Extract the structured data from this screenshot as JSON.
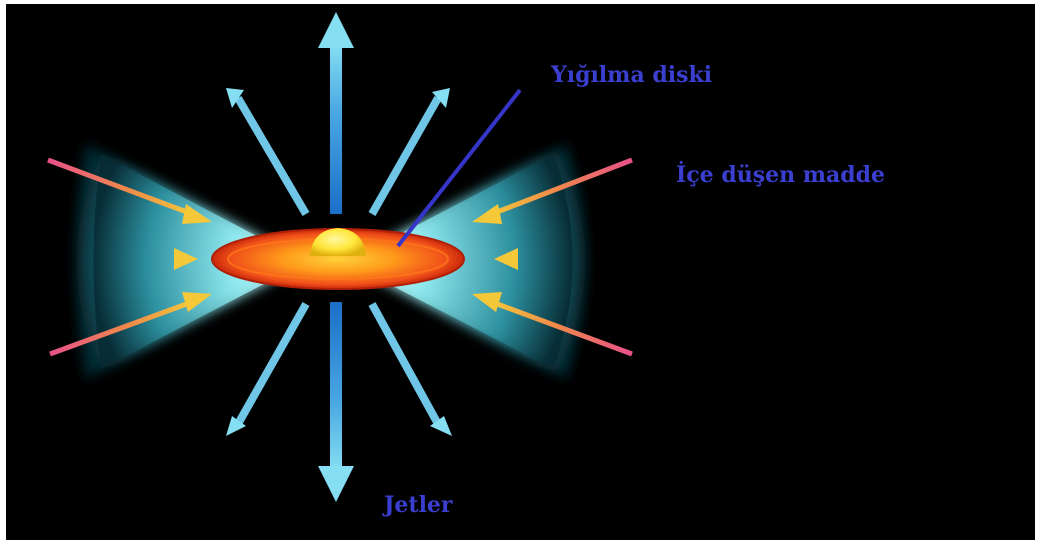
{
  "labels": {
    "accretion_disk": "Yığılma diski",
    "infalling_matter": "İçe düşen madde",
    "jets": "Jetler"
  },
  "colors": {
    "background": "#000000",
    "label_text": "#3b3fd0",
    "pointer_line": "#3535c8",
    "jet_arrow": "#7fd8ef",
    "jet_core": "#2a86d6",
    "infall_outer": "#e8508a",
    "infall_inner": "#f5c83a",
    "cone_glow": "#8fe9ef",
    "disk_outer": "#e83a10",
    "disk_inner": "#ff9a1a",
    "core": "#ffe63a"
  }
}
